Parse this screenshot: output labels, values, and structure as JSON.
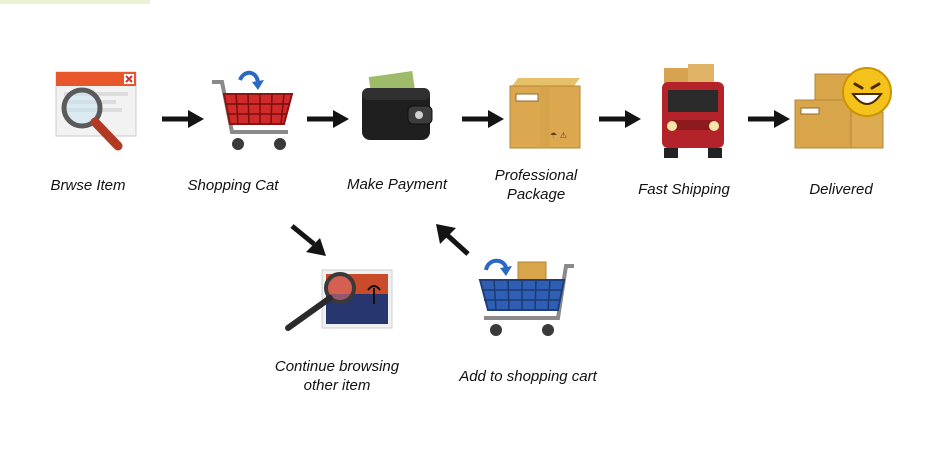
{
  "steps": {
    "browse": {
      "label": "Brwse Item",
      "icon": "browser-magnifier-icon"
    },
    "cart": {
      "label": "Shopping Cat",
      "icon": "shopping-cart-icon"
    },
    "payment": {
      "label": "Make Payment",
      "icon": "wallet-icon"
    },
    "package": {
      "line1": "Professional",
      "line2": "Package",
      "icon": "package-box-icon"
    },
    "shipping": {
      "label": "Fast Shipping",
      "icon": "delivery-truck-icon"
    },
    "delivered": {
      "label": "Delivered",
      "icon": "smiley-boxes-icon"
    },
    "continue": {
      "line1": "Continue browsing",
      "line2": "other item",
      "icon": "magnifier-picture-icon"
    },
    "add": {
      "label": "Add to shopping cart",
      "icon": "cart-with-box-icon"
    }
  },
  "colors": {
    "accent_red": "#c8202a",
    "arrow": "#141414",
    "box": "#d9a54a",
    "text": "#111111"
  }
}
